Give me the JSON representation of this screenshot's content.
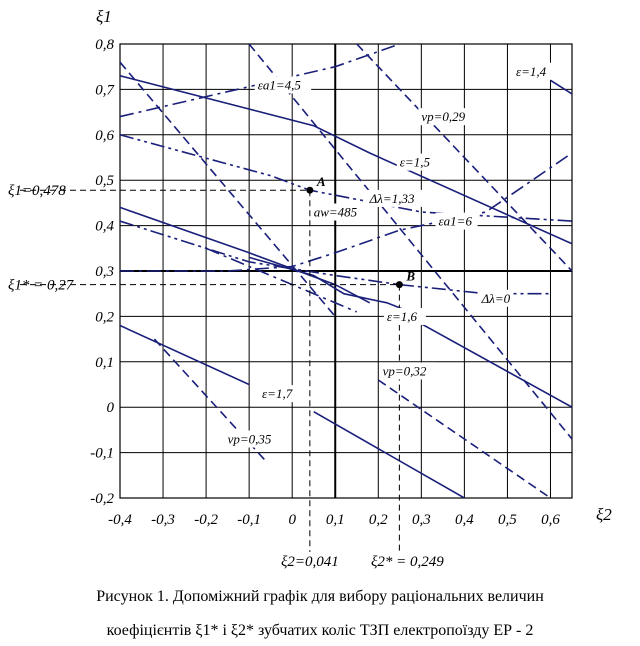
{
  "chart_data": {
    "type": "line",
    "xlabel": "ξ2",
    "ylabel": "ξ1",
    "xlim": [
      -0.4,
      0.65
    ],
    "ylim": [
      -0.2,
      0.8
    ],
    "x_ticks": [
      "-0,4",
      "-0,3",
      "-0,2",
      "-0,1",
      "0",
      "0,1",
      "0,2",
      "0,3",
      "0,4",
      "0,5",
      "0,6"
    ],
    "y_ticks": [
      "-0,2",
      "-0,1",
      "0",
      "0,1",
      "0,2",
      "0,3",
      "0,4",
      "0,5",
      "0,6",
      "0,7",
      "0,8"
    ],
    "grid": true,
    "series": [
      {
        "name": "εa1=4,5",
        "style": "dashdot",
        "x": [
          -0.4,
          0.1,
          0.25
        ],
        "y": [
          0.64,
          0.75,
          0.8
        ]
      },
      {
        "name": "εa1=6",
        "style": "dashdot",
        "x": [
          -0.4,
          -0.15,
          0.0,
          0.1,
          0.25,
          0.45,
          0.65
        ],
        "y": [
          0.3,
          0.3,
          0.31,
          0.34,
          0.39,
          0.43,
          0.56
        ]
      },
      {
        "name": "ε=1,4",
        "style": "solid",
        "x": [
          0.6,
          0.65
        ],
        "y": [
          0.72,
          0.69
        ]
      },
      {
        "name": "ε=1,5",
        "style": "solid",
        "x": [
          -0.4,
          0.05,
          0.18,
          0.65
        ],
        "y": [
          0.73,
          0.62,
          0.56,
          0.36
        ]
      },
      {
        "name": "ε=1,6",
        "style": "solid",
        "x": [
          -0.4,
          -0.1,
          0.1,
          0.18
        ],
        "y": [
          0.44,
          0.34,
          0.27,
          0.23
        ]
      },
      {
        "name": "ε=1,6",
        "style": "solid",
        "x": [
          0.25,
          0.65
        ],
        "y": [
          0.21,
          0.0
        ]
      },
      {
        "name": "ε=1,7",
        "style": "solid",
        "x": [
          -0.4,
          -0.1
        ],
        "y": [
          0.18,
          0.05
        ]
      },
      {
        "name": "ε=1,7",
        "style": "solid",
        "x": [
          0.05,
          0.4
        ],
        "y": [
          -0.01,
          -0.2
        ]
      },
      {
        "name": "vp=0,29",
        "style": "dashed",
        "x": [
          0.15,
          0.5,
          0.65
        ],
        "y": [
          0.8,
          0.45,
          0.3
        ]
      },
      {
        "name": "vp=0,32",
        "style": "dashed",
        "x": [
          -0.1,
          0.65
        ],
        "y": [
          0.8,
          -0.07
        ]
      },
      {
        "name": "vp=0,35",
        "style": "dashed",
        "x": [
          -0.4,
          0.1
        ],
        "y": [
          0.76,
          0.2
        ]
      },
      {
        "name": "vp=0,35",
        "style": "dashed",
        "x": [
          0.2,
          0.6
        ],
        "y": [
          0.06,
          -0.2
        ]
      },
      {
        "name": "vp=0,35",
        "style": "dashed",
        "x": [
          -0.32,
          -0.06
        ],
        "y": [
          0.15,
          -0.12
        ]
      },
      {
        "name": "Δλ=1,33",
        "style": "dashdotdot",
        "x": [
          -0.4,
          -0.05,
          0.041,
          0.3,
          0.65
        ],
        "y": [
          0.6,
          0.51,
          0.478,
          0.43,
          0.41
        ]
      },
      {
        "name": "Δλ=0",
        "style": "dashdotdot",
        "x": [
          -0.4,
          -0.1,
          0.1,
          0.249,
          0.45,
          0.6
        ],
        "y": [
          0.41,
          0.32,
          0.29,
          0.27,
          0.25,
          0.25
        ]
      },
      {
        "style": "solid",
        "x": [
          -0.1,
          0.05,
          0.12,
          0.22,
          0.3
        ],
        "y": [
          0.33,
          0.29,
          0.25,
          0.23,
          0.2
        ]
      },
      {
        "style": "dashdot",
        "x": [
          -0.2,
          0.15
        ],
        "y": [
          0.35,
          0.21
        ]
      }
    ],
    "points": [
      {
        "label": "A",
        "x": 0.041,
        "y": 0.478,
        "note": "aw=485"
      },
      {
        "label": "B",
        "x": 0.249,
        "y": 0.27
      }
    ],
    "reference_labels": {
      "y_A": "ξ1=0,478",
      "y_B": "ξ1* = 0,27",
      "x_A": "ξ2=0,041",
      "x_B": "ξ2* = 0,249"
    },
    "annotations": [
      {
        "text": "εa1=4,5",
        "x": -0.08,
        "y": 0.7
      },
      {
        "text": "ε=1,4",
        "x": 0.52,
        "y": 0.73
      },
      {
        "text": "vp=0,29",
        "x": 0.3,
        "y": 0.63
      },
      {
        "text": "ε=1,5",
        "x": 0.25,
        "y": 0.53
      },
      {
        "text": "Δλ=1,33",
        "x": 0.18,
        "y": 0.45
      },
      {
        "text": "aw=485",
        "x": 0.05,
        "y": 0.42
      },
      {
        "text": "εa1=6",
        "x": 0.34,
        "y": 0.4
      },
      {
        "text": "Δλ=0",
        "x": 0.44,
        "y": 0.23
      },
      {
        "text": "ε=1,6",
        "x": 0.22,
        "y": 0.19
      },
      {
        "text": "vp=0,32",
        "x": 0.21,
        "y": 0.07
      },
      {
        "text": "ε=1,7",
        "x": -0.07,
        "y": 0.02
      },
      {
        "text": "vp=0,35",
        "x": -0.15,
        "y": -0.08
      }
    ]
  },
  "caption": {
    "line1": "Рисунок 1. Допоміжний графік для вибору раціональних величин",
    "line2": "коефіцієнтів  ξ1*  і  ξ2*  зубчатих коліс ТЗП електропоїзду ЕР - 2"
  }
}
